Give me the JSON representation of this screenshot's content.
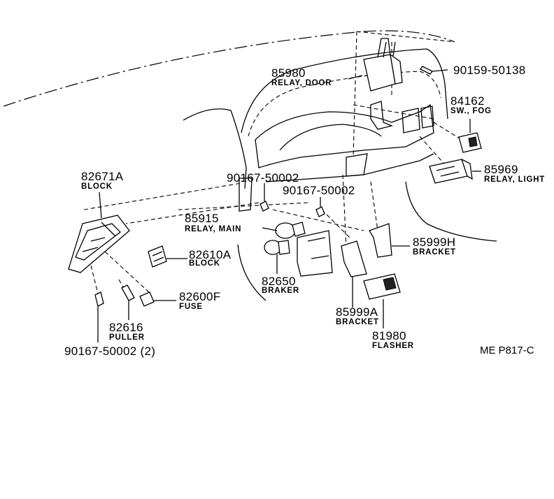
{
  "parts": [
    {
      "id": "p85980",
      "number": "85980",
      "name": "RELAY, DOOR"
    },
    {
      "id": "p90159",
      "number": "90159-50138",
      "name": ""
    },
    {
      "id": "p84162",
      "number": "84162",
      "name": "SW., FOG"
    },
    {
      "id": "p85969",
      "number": "85969",
      "name": "RELAY, LIGHT"
    },
    {
      "id": "p82671A",
      "number": "82671A",
      "name": "BLOCK"
    },
    {
      "id": "p90167a",
      "number": "90167-50002",
      "name": ""
    },
    {
      "id": "p90167b",
      "number": "90167-50002",
      "name": ""
    },
    {
      "id": "p85915",
      "number": "85915",
      "name": "RELAY, MAIN"
    },
    {
      "id": "p82610A",
      "number": "82610A",
      "name": "BLOCK"
    },
    {
      "id": "p85999H",
      "number": "85999H",
      "name": "BRACKET"
    },
    {
      "id": "p82650",
      "number": "82650",
      "name": "BRAKER"
    },
    {
      "id": "p82600F",
      "number": "82600F",
      "name": "FUSE"
    },
    {
      "id": "p85999A",
      "number": "85999A",
      "name": "BRACKET"
    },
    {
      "id": "p82616",
      "number": "82616",
      "name": "PULLER"
    },
    {
      "id": "p81980",
      "number": "81980",
      "name": "FLASHER"
    },
    {
      "id": "p90167c",
      "number": "90167-50002 (2)",
      "name": ""
    }
  ],
  "figure_ref": "ME P817-C"
}
